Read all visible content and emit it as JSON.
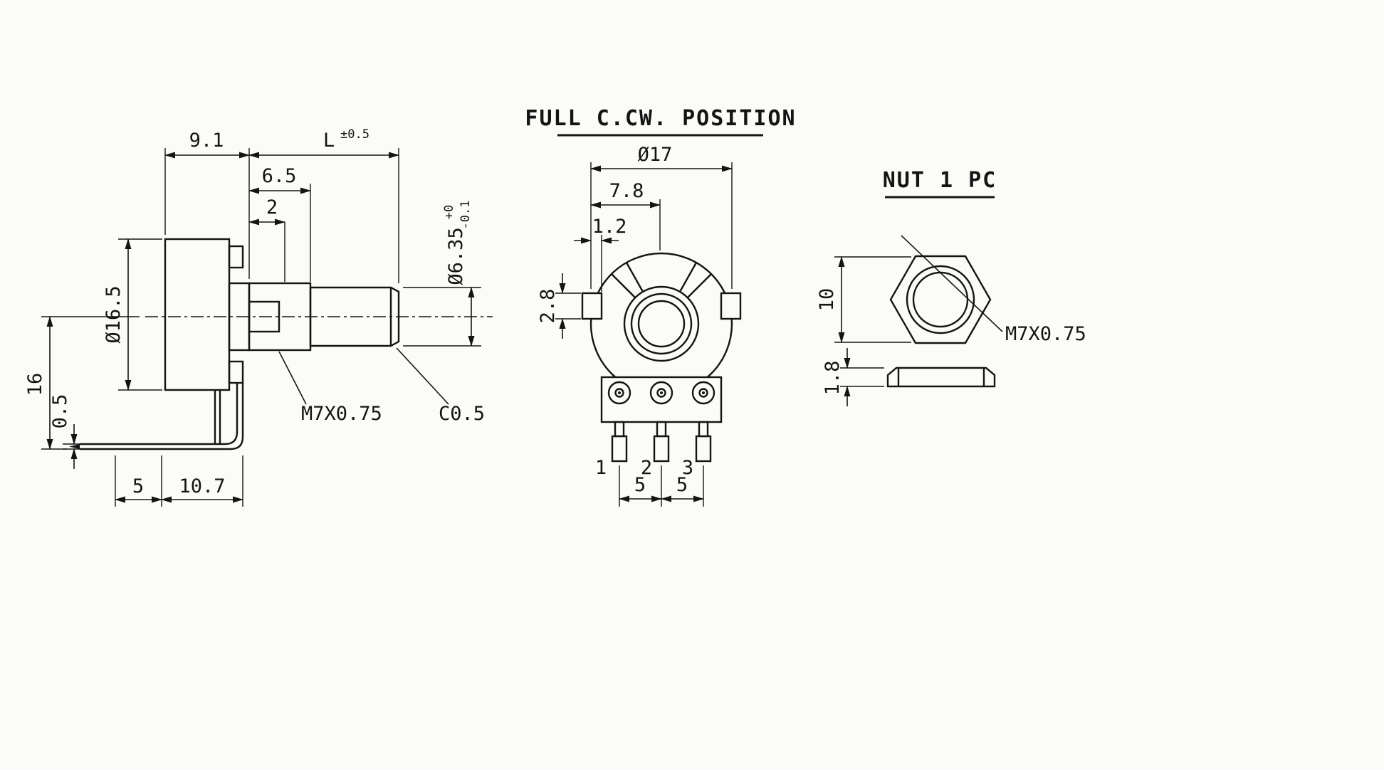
{
  "drawing": {
    "side_view": {
      "dim_body_width": "9.1",
      "dim_shaft_length": "L",
      "dim_shaft_length_tol": "±0.5",
      "dim_bushing_length": "6.5",
      "dim_slot": "2",
      "dim_body_dia": "Ø16.5",
      "dim_center_height": "16",
      "dim_pin_thickness": "0.5",
      "dim_pin_offset": "5",
      "dim_pin_span": "10.7",
      "thread_spec": "M7X0.75",
      "chamfer": "C0.5",
      "dim_shaft_dia": "Ø6.35",
      "dim_shaft_dia_tol_upper": "+0",
      "dim_shaft_dia_tol_lower": "-0.1"
    },
    "front_view": {
      "title": "FULL C.CW. POSITION",
      "dim_body_dia": "Ø17",
      "dim_bushing_offset": "7.8",
      "dim_ear_depth": "1.2",
      "dim_ear_height": "2.8",
      "pin_labels": [
        "1",
        "2",
        "3"
      ],
      "dim_pin_pitch_left": "5",
      "dim_pin_pitch_right": "5"
    },
    "nut_view": {
      "title": "NUT 1 PC",
      "dim_across_flats": "10",
      "dim_thickness": "1.8",
      "thread_spec": "M7X0.75"
    }
  }
}
